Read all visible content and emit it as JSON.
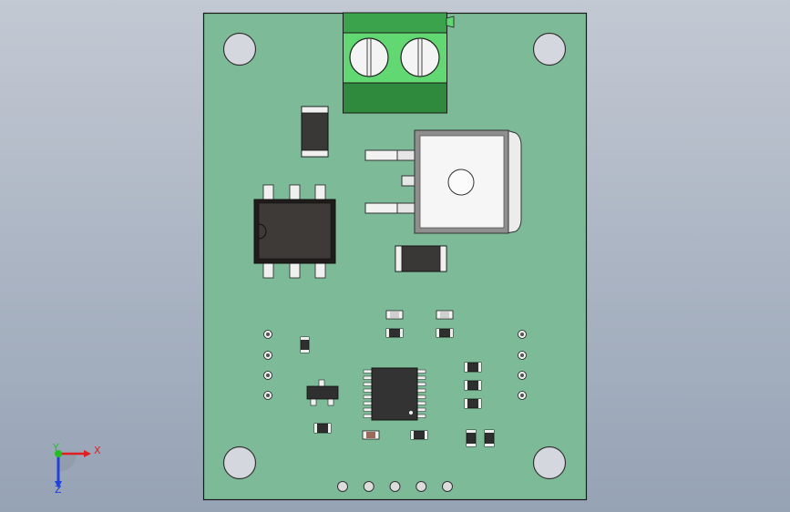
{
  "viewport": {
    "background_top": "#c3c9d3",
    "background_bottom": "#96a3b5"
  },
  "board": {
    "pcb_color": "#7dba97",
    "outline_color": "#1a1a1a",
    "mounting_holes": 4,
    "header_pins": 5
  },
  "triad": {
    "x_label": "X",
    "y_label": "Y",
    "z_label": "Z",
    "x_color": "#e02020",
    "y_color": "#20c020",
    "z_color": "#2040e0"
  },
  "components": {
    "terminal_block": {
      "color": "#5ccf6e",
      "screws": 2
    },
    "dpak_regulator": {
      "color": "#f2f2f2"
    },
    "soic_ic": {
      "pins_per_side": 3,
      "color": "#3d3a37"
    },
    "tssop_ic": {
      "pins_per_side": 8,
      "color": "#333333"
    }
  }
}
